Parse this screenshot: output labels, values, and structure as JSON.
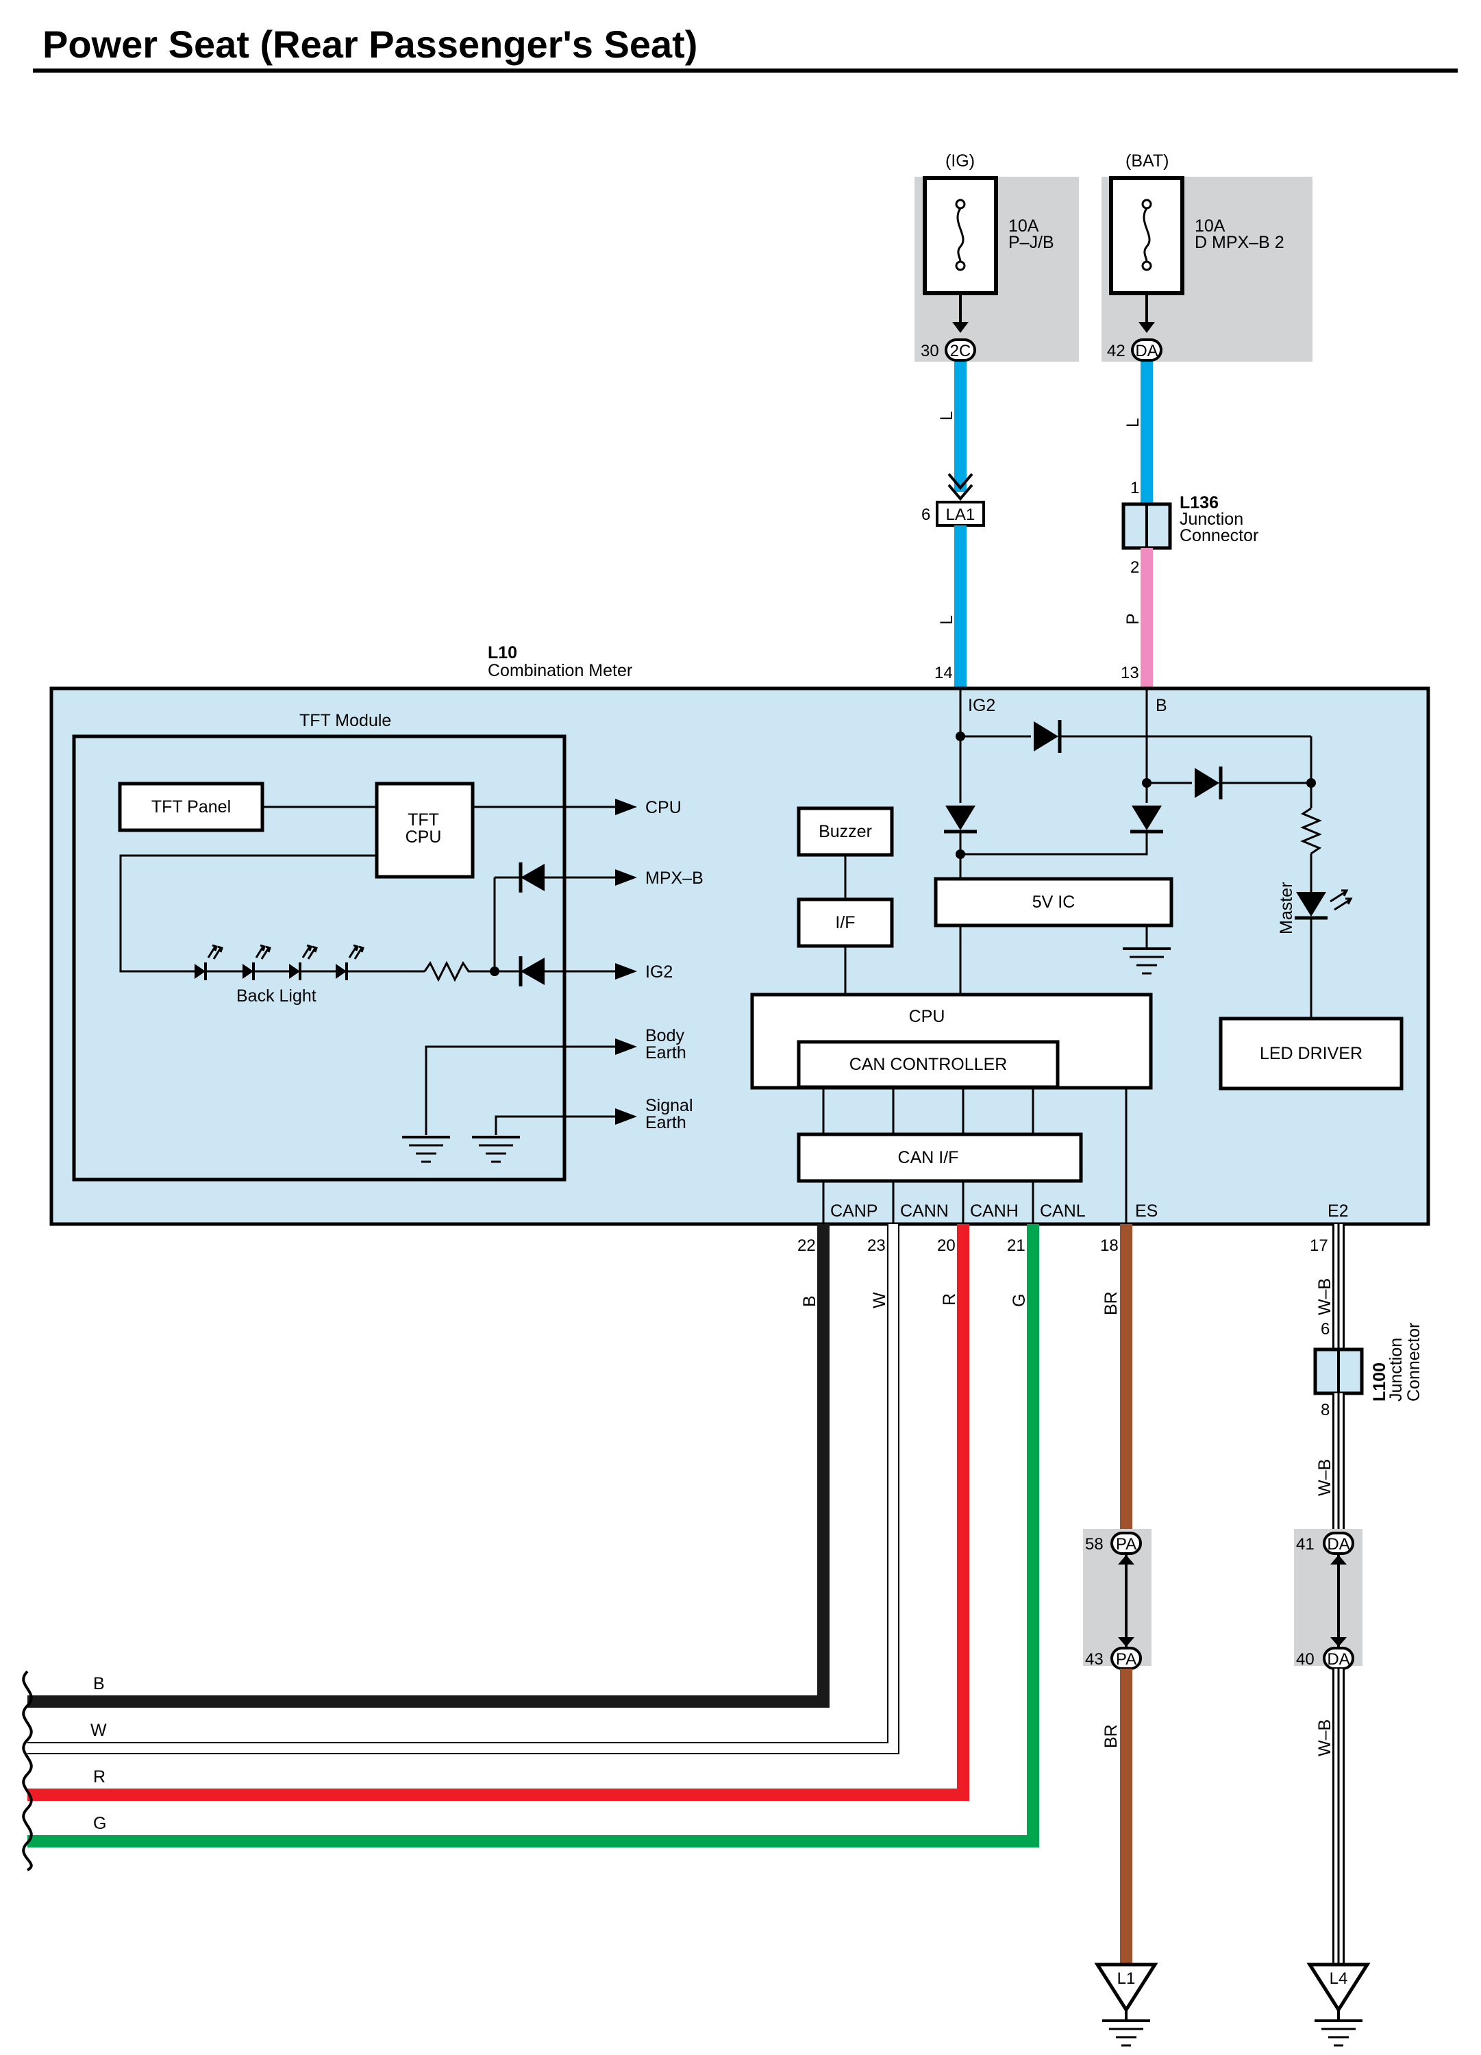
{
  "title": "Power Seat (Rear Passenger's Seat)",
  "power_sources": [
    {
      "source": "(IG)",
      "fuse_rating": "10A",
      "fuse_name": "P–J/B",
      "pin": "30",
      "connector": "2C"
    },
    {
      "source": "(BAT)",
      "fuse_rating": "10A",
      "fuse_name": "D MPX–B 2",
      "pin": "42",
      "connector": "DA"
    }
  ],
  "wire_colors": {
    "L": "#00a8e6",
    "P": "#f08cc0",
    "B": "#1a1a1a",
    "W": "#ffffff",
    "R": "#ee1c25",
    "G": "#00a550",
    "BR": "#a0522d",
    "W-B": "#ffffff"
  },
  "connectors": {
    "la1": {
      "pin": "6",
      "code": "LA1"
    },
    "l136": {
      "id": "L136",
      "name_line1": "Junction",
      "name_line2": "Connector",
      "pin_in": "1",
      "pin_out": "2"
    },
    "l100": {
      "id": "L100",
      "name_line1": "Junction",
      "name_line2": "Connector",
      "pin_in": "6",
      "pin_out": "8"
    },
    "pa_top": {
      "pin": "58",
      "code": "PA"
    },
    "pa_bottom": {
      "pin": "43",
      "code": "PA"
    },
    "da_top": {
      "pin": "41",
      "code": "DA"
    },
    "da_bottom": {
      "pin": "40",
      "code": "DA"
    }
  },
  "wire_labels": {
    "l": "L",
    "p": "P",
    "b": "B",
    "w": "W",
    "r": "R",
    "g": "G",
    "br": "BR",
    "wb": "W–B"
  },
  "meter": {
    "id": "L10",
    "name": "Combination Meter",
    "top_pins": [
      {
        "num": "14",
        "name": "IG2"
      },
      {
        "num": "13",
        "name": "B"
      }
    ],
    "bottom_pins": [
      {
        "num": "22",
        "name": "CANP",
        "wire": "B"
      },
      {
        "num": "23",
        "name": "CANN",
        "wire": "W"
      },
      {
        "num": "20",
        "name": "CANH",
        "wire": "R"
      },
      {
        "num": "21",
        "name": "CANL",
        "wire": "G"
      },
      {
        "num": "18",
        "name": "ES",
        "wire": "BR"
      },
      {
        "num": "17",
        "name": "E2",
        "wire": "W–B"
      }
    ],
    "tft_module": {
      "title": "TFT Module",
      "panel": "TFT Panel",
      "cpu_line1": "TFT",
      "cpu_line2": "CPU",
      "backlight": "Back Light",
      "outputs": [
        "CPU",
        "MPX–B",
        "IG2"
      ],
      "body_earth": [
        "Body",
        "Earth"
      ],
      "signal_earth": [
        "Signal",
        "Earth"
      ]
    },
    "blocks": {
      "buzzer": "Buzzer",
      "interface": "I/F",
      "ic": "5V IC",
      "cpu": "CPU",
      "can_controller": "CAN CONTROLLER",
      "can_if": "CAN I/F",
      "led_driver": "LED DRIVER",
      "master": "Master"
    }
  },
  "ground_points": [
    "L1",
    "L4"
  ],
  "left_bus_labels": [
    "B",
    "W",
    "R",
    "G"
  ]
}
